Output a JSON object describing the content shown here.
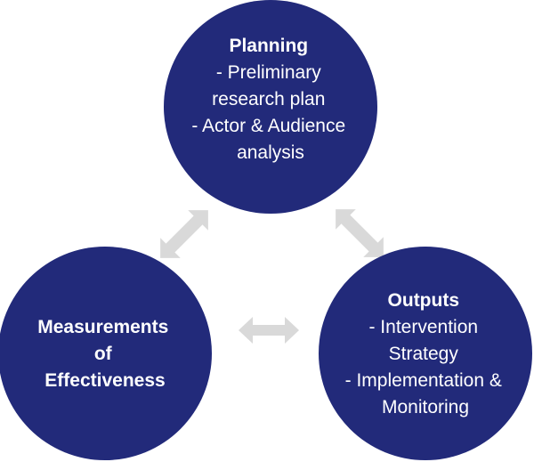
{
  "colors": {
    "node_fill": "#222a7a",
    "node_text": "#ffffff",
    "arrow_fill": "#d9d9d9",
    "background": "#ffffff"
  },
  "nodes": {
    "planning": {
      "title": "Planning",
      "lines": [
        "- Preliminary",
        "research plan",
        "- Actor & Audience",
        "analysis"
      ]
    },
    "measurements": {
      "title_lines": [
        "Measurements",
        "of",
        "Effectiveness"
      ]
    },
    "outputs": {
      "title": "Outputs",
      "lines": [
        "- Intervention",
        "Strategy",
        "- Implementation &",
        "Monitoring"
      ]
    }
  },
  "connections": [
    {
      "from": "planning",
      "to": "measurements",
      "type": "bidirectional"
    },
    {
      "from": "planning",
      "to": "outputs",
      "type": "bidirectional"
    },
    {
      "from": "measurements",
      "to": "outputs",
      "type": "bidirectional"
    }
  ]
}
